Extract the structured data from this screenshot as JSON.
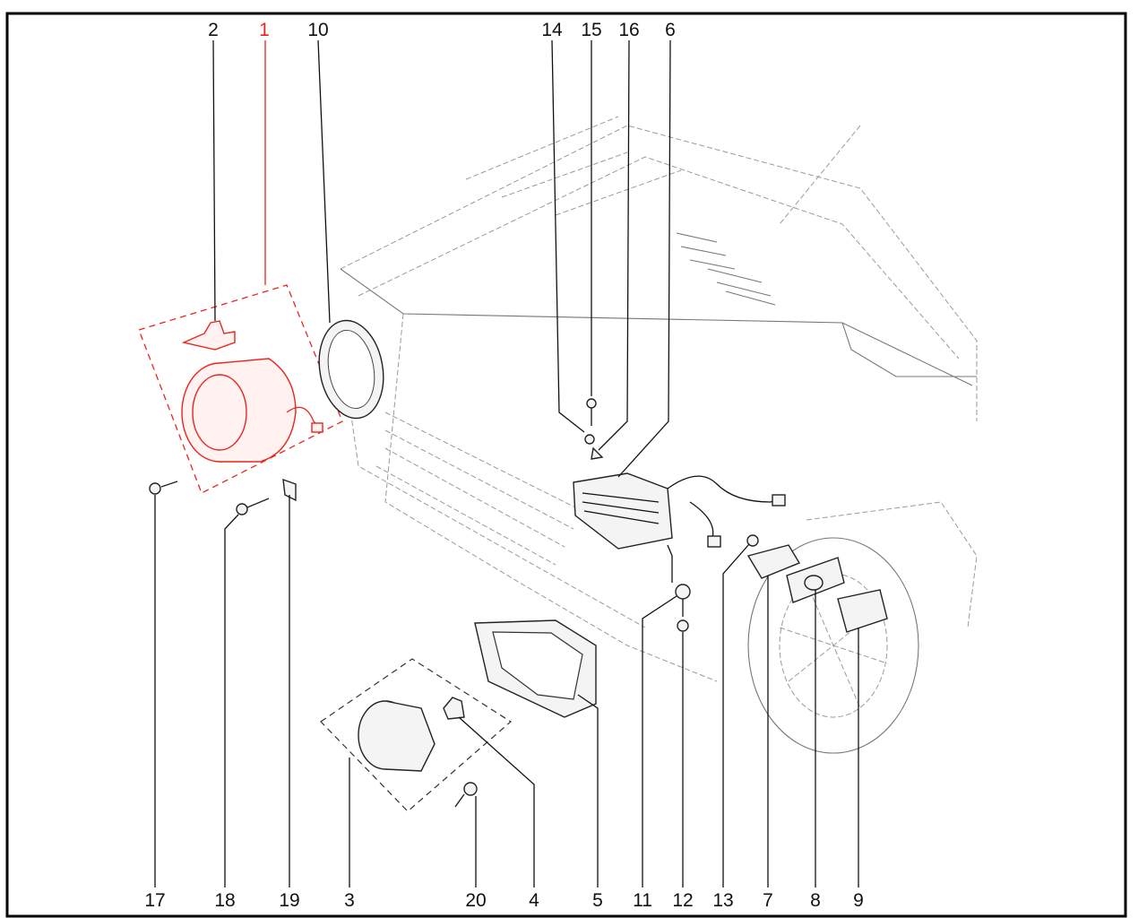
{
  "diagram": {
    "title_parts_callouts": {
      "top": [
        {
          "id": "2",
          "text": "2"
        },
        {
          "id": "1",
          "text": "1",
          "highlighted": true
        },
        {
          "id": "10",
          "text": "10"
        },
        {
          "id": "14",
          "text": "14"
        },
        {
          "id": "15",
          "text": "15"
        },
        {
          "id": "16",
          "text": "16"
        },
        {
          "id": "6",
          "text": "6"
        }
      ],
      "bottom": [
        {
          "id": "17",
          "text": "17"
        },
        {
          "id": "18",
          "text": "18"
        },
        {
          "id": "19",
          "text": "19"
        },
        {
          "id": "3",
          "text": "3"
        },
        {
          "id": "20",
          "text": "20"
        },
        {
          "id": "4",
          "text": "4"
        },
        {
          "id": "5",
          "text": "5"
        },
        {
          "id": "11",
          "text": "11"
        },
        {
          "id": "12",
          "text": "12"
        },
        {
          "id": "13",
          "text": "13"
        },
        {
          "id": "7",
          "text": "7"
        },
        {
          "id": "8",
          "text": "8"
        },
        {
          "id": "9",
          "text": "9"
        }
      ]
    },
    "colors": {
      "highlight": "#e8261f",
      "line": "#111111",
      "background": "#ffffff"
    }
  }
}
